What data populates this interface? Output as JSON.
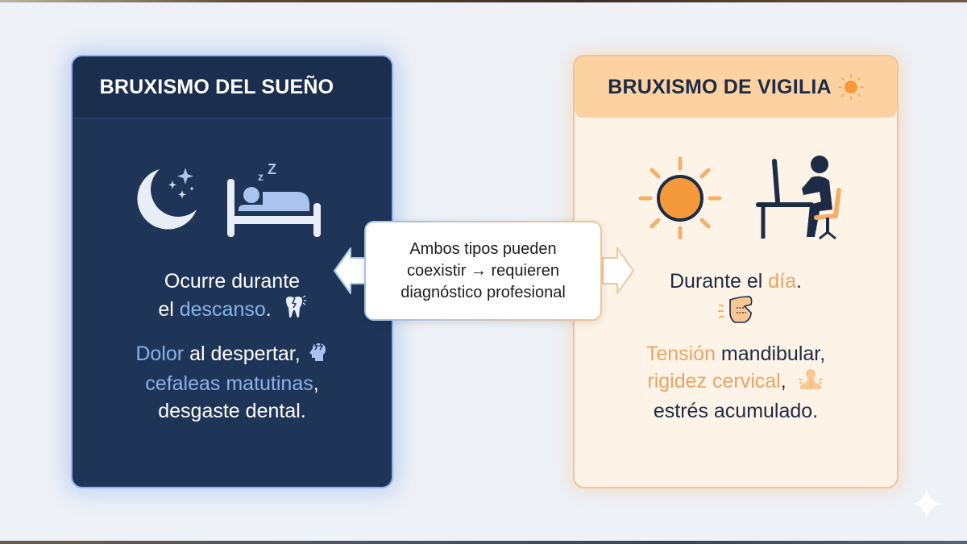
{
  "left_card": {
    "title": "BRUXISMO DEL SUEÑO",
    "title_icon": "crescent-moon-icon",
    "illustration_icons": [
      "moon-stars-icon",
      "sleeping-person-bed-icon"
    ],
    "line1": "Ocurre durante",
    "line2_prefix": "el ",
    "line2_highlight": "descanso",
    "line2_suffix": ".",
    "line2_icon": "cracked-tooth-icon",
    "symptom_highlight_1": "Dolor",
    "symptom_text_1": " al despertar,",
    "symptom_icon": "headache-icon",
    "symptom_highlight_2": "cefaleas matutinas",
    "symptom_text_2": ",",
    "symptom_line_3": "desgaste dental.",
    "colors": {
      "background": "#1f3557",
      "header": "#1b2e4e",
      "accent": "#8cb1e6"
    }
  },
  "right_card": {
    "title": "BRUXISMO DE VIGILIA",
    "title_icon": "sun-icon",
    "illustration_icons": [
      "sun-icon",
      "person-at-desk-icon"
    ],
    "line1_prefix": "Durante el ",
    "line1_highlight": "día",
    "line1_suffix": ".",
    "line1_icon": "jaw-tension-icon",
    "symptom_highlight_1": "Tensión",
    "symptom_text_1": " mandibular,",
    "symptom_highlight_2": "rigidez cervical",
    "symptom_text_2": ",",
    "symptom_icon": "neck-pain-icon",
    "symptom_line_3": "estrés acumulado.",
    "colors": {
      "background": "#fdf3e7",
      "header": "#fdd2a2",
      "accent": "#e8a566"
    }
  },
  "center_note": {
    "line1": "Ambos tipos pueden",
    "line2": "coexistir → requieren",
    "line3": "diagnóstico profesional",
    "icons": [
      "arrow-left-icon",
      "arrow-right-icon"
    ]
  }
}
